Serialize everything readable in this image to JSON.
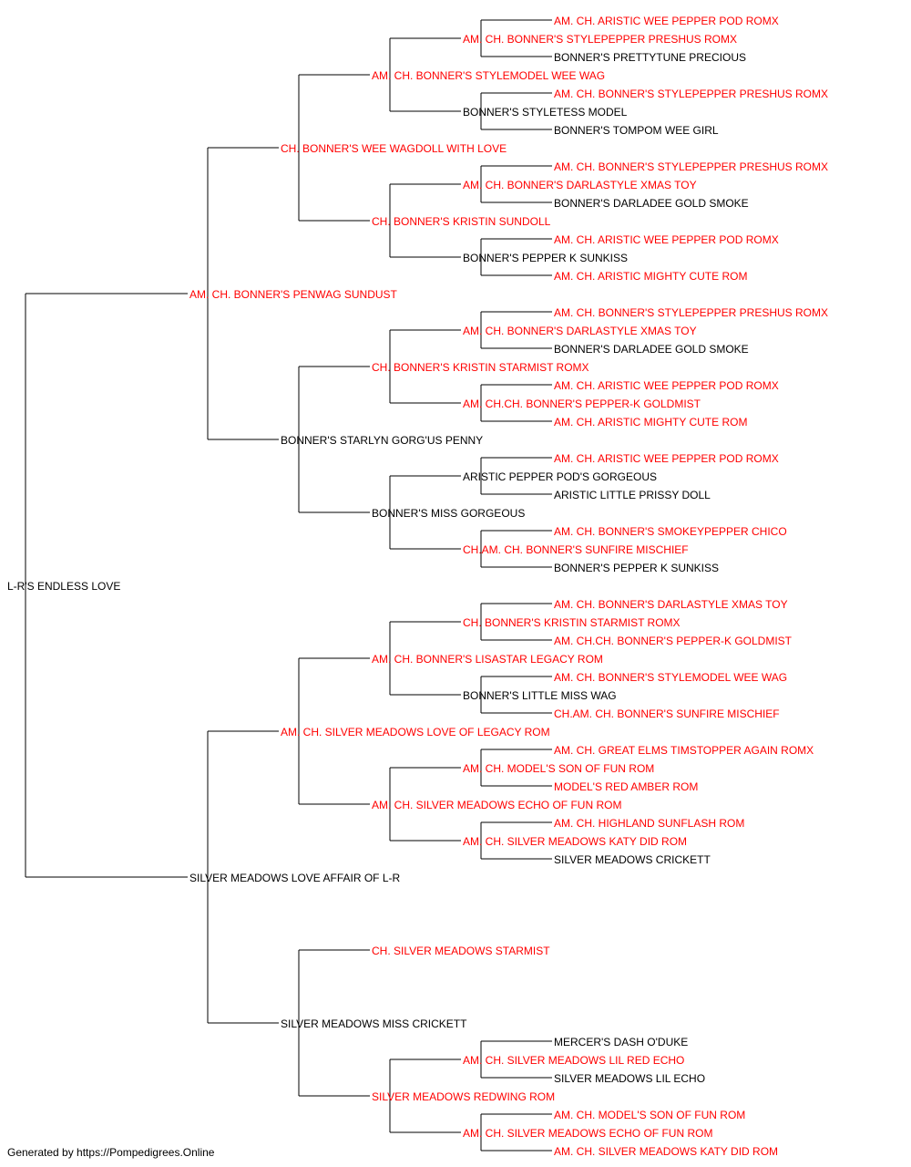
{
  "colors": {
    "champion": "#ff0000",
    "normal": "#000000",
    "line": "#000000"
  },
  "subject": {
    "name": "L-R'S ENDLESS LOVE",
    "champion": false
  },
  "generations": [
    [
      {
        "name": "AM. CH. BONNER'S PENWAG SUNDUST",
        "champion": true
      },
      {
        "name": "SILVER MEADOWS LOVE AFFAIR OF L-R",
        "champion": false
      }
    ],
    [
      {
        "name": "CH. BONNER'S WEE WAGDOLL WITH LOVE",
        "champion": true
      },
      {
        "name": "BONNER'S STARLYN GORG'US PENNY",
        "champion": false
      },
      {
        "name": "AM. CH. SILVER MEADOWS LOVE OF LEGACY ROM",
        "champion": true
      },
      {
        "name": "SILVER MEADOWS MISS CRICKETT",
        "champion": false
      }
    ],
    [
      {
        "name": "AM. CH. BONNER'S STYLEMODEL WEE WAG",
        "champion": true
      },
      {
        "name": "CH. BONNER'S KRISTIN SUNDOLL",
        "champion": true
      },
      {
        "name": "CH. BONNER'S KRISTIN STARMIST ROMX",
        "champion": true
      },
      {
        "name": "BONNER'S MISS GORGEOUS",
        "champion": false
      },
      {
        "name": "AM. CH. BONNER'S LISASTAR LEGACY ROM",
        "champion": true
      },
      {
        "name": "AM. CH. SILVER MEADOWS ECHO OF FUN ROM",
        "champion": true
      },
      {
        "name": "CH. SILVER MEADOWS STARMIST",
        "champion": true
      },
      {
        "name": "SILVER MEADOWS REDWING ROM",
        "champion": true
      }
    ],
    [
      {
        "name": "AM. CH. BONNER'S STYLEPEPPER PRESHUS ROMX",
        "champion": true
      },
      {
        "name": "BONNER'S STYLETESS MODEL",
        "champion": false
      },
      {
        "name": "AM. CH. BONNER'S DARLASTYLE XMAS TOY",
        "champion": true
      },
      {
        "name": "BONNER'S PEPPER K SUNKISS",
        "champion": false
      },
      {
        "name": "AM. CH. BONNER'S DARLASTYLE XMAS TOY",
        "champion": true
      },
      {
        "name": "AM. CH.CH. BONNER'S PEPPER-K GOLDMIST",
        "champion": true
      },
      {
        "name": "ARISTIC PEPPER POD'S GORGEOUS",
        "champion": false
      },
      {
        "name": "CH.AM. CH. BONNER'S SUNFIRE MISCHIEF",
        "champion": true
      },
      {
        "name": "CH. BONNER'S KRISTIN STARMIST ROMX",
        "champion": true
      },
      {
        "name": "BONNER'S LITTLE MISS WAG",
        "champion": false
      },
      {
        "name": "AM. CH. MODEL'S SON OF FUN ROM",
        "champion": true
      },
      {
        "name": "AM. CH. SILVER MEADOWS KATY DID ROM",
        "champion": true
      },
      null,
      null,
      {
        "name": "AM. CH. SILVER MEADOWS LIL RED ECHO",
        "champion": true
      },
      {
        "name": "AM. CH. SILVER MEADOWS ECHO OF FUN ROM",
        "champion": true
      }
    ],
    [
      {
        "name": "AM. CH. ARISTIC WEE PEPPER POD ROMX",
        "champion": true
      },
      {
        "name": "BONNER'S PRETTYTUNE PRECIOUS",
        "champion": false
      },
      {
        "name": "AM. CH. BONNER'S STYLEPEPPER PRESHUS ROMX",
        "champion": true
      },
      {
        "name": "BONNER'S TOMPOM WEE GIRL",
        "champion": false
      },
      {
        "name": "AM. CH. BONNER'S STYLEPEPPER PRESHUS ROMX",
        "champion": true
      },
      {
        "name": "BONNER'S DARLADEE GOLD SMOKE",
        "champion": false
      },
      {
        "name": "AM. CH. ARISTIC WEE PEPPER POD ROMX",
        "champion": true
      },
      {
        "name": "AM. CH. ARISTIC MIGHTY CUTE ROM",
        "champion": true
      },
      {
        "name": "AM. CH. BONNER'S STYLEPEPPER PRESHUS ROMX",
        "champion": true
      },
      {
        "name": "BONNER'S DARLADEE GOLD SMOKE",
        "champion": false
      },
      {
        "name": "AM. CH. ARISTIC WEE PEPPER POD ROMX",
        "champion": true
      },
      {
        "name": "AM. CH. ARISTIC MIGHTY CUTE ROM",
        "champion": true
      },
      {
        "name": "AM. CH. ARISTIC WEE PEPPER POD ROMX",
        "champion": true
      },
      {
        "name": "ARISTIC LITTLE PRISSY DOLL",
        "champion": false
      },
      {
        "name": "AM. CH. BONNER'S SMOKEYPEPPER CHICO",
        "champion": true
      },
      {
        "name": "BONNER'S PEPPER K SUNKISS",
        "champion": false
      },
      {
        "name": "AM. CH. BONNER'S DARLASTYLE XMAS TOY",
        "champion": true
      },
      {
        "name": "AM. CH.CH. BONNER'S PEPPER-K GOLDMIST",
        "champion": true
      },
      {
        "name": "AM. CH. BONNER'S STYLEMODEL WEE WAG",
        "champion": true
      },
      {
        "name": "CH.AM. CH. BONNER'S SUNFIRE MISCHIEF",
        "champion": true
      },
      {
        "name": "AM. CH. GREAT ELMS TIMSTOPPER AGAIN ROMX",
        "champion": true
      },
      {
        "name": "MODEL'S RED AMBER ROM",
        "champion": true
      },
      {
        "name": "AM. CH. HIGHLAND SUNFLASH ROM",
        "champion": true
      },
      {
        "name": "SILVER MEADOWS CRICKETT",
        "champion": false
      },
      null,
      null,
      null,
      null,
      {
        "name": "MERCER'S DASH O'DUKE",
        "champion": false
      },
      {
        "name": "SILVER MEADOWS LIL ECHO",
        "champion": false
      },
      {
        "name": "AM. CH. MODEL'S SON OF FUN ROM",
        "champion": true
      },
      {
        "name": "AM. CH. SILVER MEADOWS KATY DID ROM",
        "champion": true
      }
    ]
  ],
  "footer": "Generated by https://Pompedigrees.Online"
}
